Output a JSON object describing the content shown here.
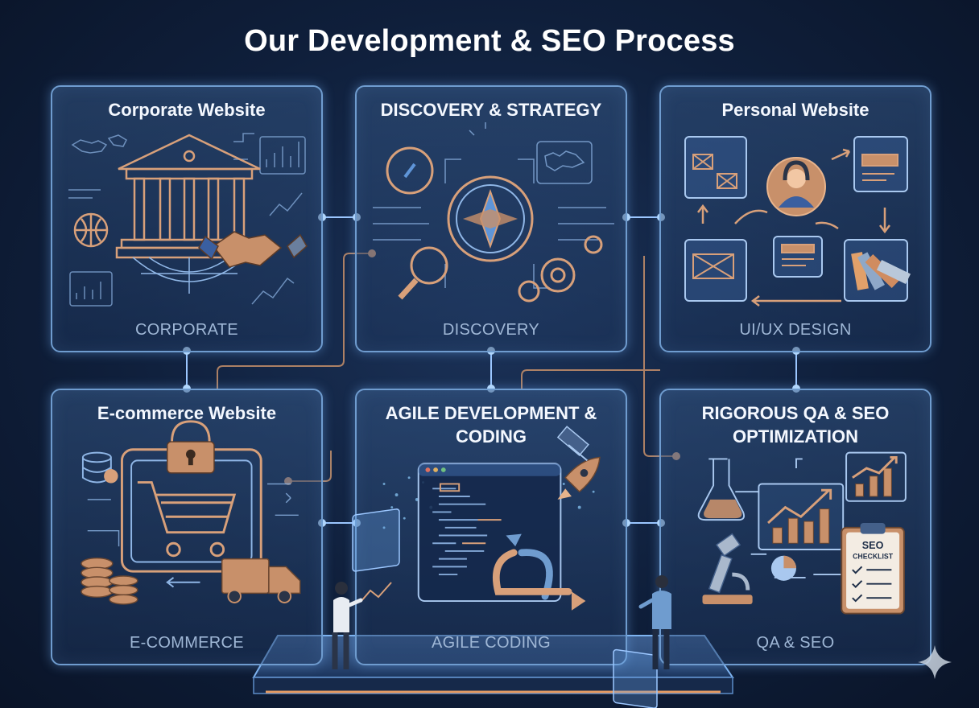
{
  "title": "Our Development & SEO Process",
  "colors": {
    "card_border": "#6f9ccf",
    "copper": "#c8906a",
    "line_blue": "#9cc7ff",
    "text_muted": "#9fb7d6"
  },
  "cards": [
    {
      "title": "Corporate Website",
      "footer": "CORPORATE",
      "icon": "bank-building-icon"
    },
    {
      "title": "DISCOVERY & STRATEGY",
      "footer": "DISCOVERY",
      "icon": "compass-icon"
    },
    {
      "title": "Personal Website",
      "footer": "UI/UX DESIGN",
      "icon": "user-avatar-icon"
    },
    {
      "title": "E-commerce Website",
      "footer": "E-COMMERCE",
      "icon": "shopping-cart-icon"
    },
    {
      "title": "AGILE DEVELOPMENT & CODING",
      "footer": "AGILE CODING",
      "icon": "code-window-icon"
    },
    {
      "title": "RIGOROUS QA & SEO OPTIMIZATION",
      "footer": "QA & SEO",
      "icon": "seo-checklist-icon"
    }
  ],
  "checklist": {
    "line1": "SEO",
    "line2": "CHECKLIST"
  }
}
